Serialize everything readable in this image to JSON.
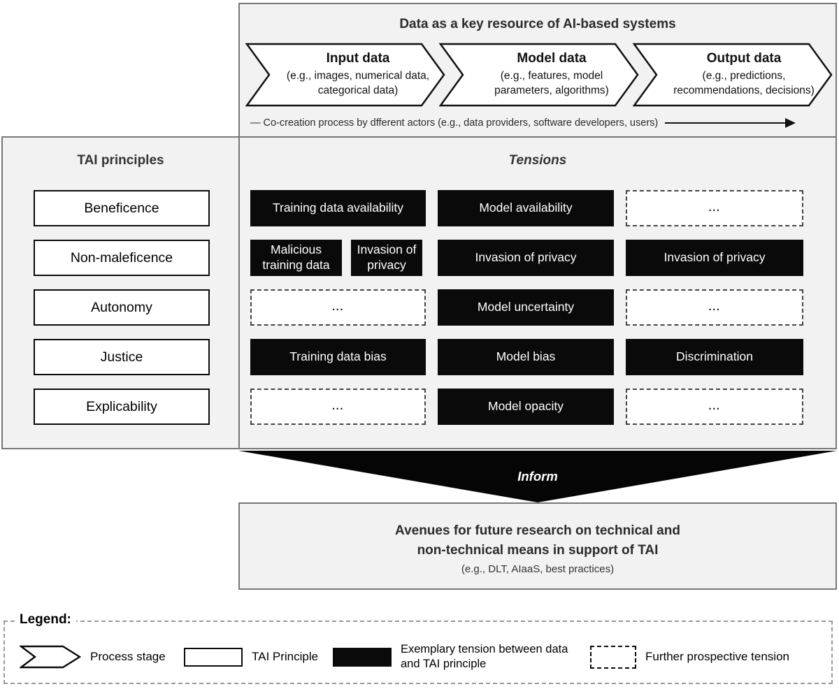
{
  "top_box": {
    "title": "Data as a key resource of AI-based systems",
    "stages": [
      {
        "title": "Input data",
        "subtitle": "(e.g., images, numerical data, categorical data)"
      },
      {
        "title": "Model data",
        "subtitle": "(e.g., features, model parameters, algorithms)"
      },
      {
        "title": "Output data",
        "subtitle": "(e.g., predictions, recommendations, decisions)"
      }
    ],
    "co_creation_label": "— Co-creation process by dfferent actors (e.g., data providers, software developers, users)"
  },
  "principles_panel": {
    "title": "TAI principles",
    "items": [
      "Beneficence",
      "Non-maleficence",
      "Autonomy",
      "Justice",
      "Explicability"
    ]
  },
  "tensions_panel": {
    "title": "Tensions",
    "cells": [
      {
        "row": 1,
        "col": "1",
        "type": "black",
        "label": "Training data availability"
      },
      {
        "row": 1,
        "col": "2",
        "type": "black",
        "label": "Model availability"
      },
      {
        "row": 1,
        "col": "3",
        "type": "dashed",
        "label": "..."
      },
      {
        "row": 2,
        "col": "1a",
        "type": "black",
        "label": "Malicious training data"
      },
      {
        "row": 2,
        "col": "1b",
        "type": "black",
        "label": "Invasion of privacy"
      },
      {
        "row": 2,
        "col": "2",
        "type": "black",
        "label": "Invasion of privacy"
      },
      {
        "row": 2,
        "col": "3",
        "type": "black",
        "label": "Invasion of privacy"
      },
      {
        "row": 3,
        "col": "1",
        "type": "dashed",
        "label": "..."
      },
      {
        "row": 3,
        "col": "2",
        "type": "black",
        "label": "Model uncertainty"
      },
      {
        "row": 3,
        "col": "3",
        "type": "dashed",
        "label": "..."
      },
      {
        "row": 4,
        "col": "1",
        "type": "black",
        "label": "Training data bias"
      },
      {
        "row": 4,
        "col": "2",
        "type": "black",
        "label": "Model bias"
      },
      {
        "row": 4,
        "col": "3",
        "type": "black",
        "label": "Discrimination"
      },
      {
        "row": 5,
        "col": "1",
        "type": "dashed",
        "label": "..."
      },
      {
        "row": 5,
        "col": "2",
        "type": "black",
        "label": "Model opacity"
      },
      {
        "row": 5,
        "col": "3",
        "type": "dashed",
        "label": "..."
      }
    ]
  },
  "inform_label": "Inform",
  "bottom_box": {
    "line1": "Avenues for future research on technical and",
    "line2": "non-technical means in support of TAI",
    "line3": "(e.g., DLT, AIaaS, best practices)"
  },
  "legend": {
    "title": "Legend:",
    "items": [
      {
        "icon": "process-stage-chevron",
        "label": "Process stage"
      },
      {
        "icon": "white-box",
        "label": "TAI Principle"
      },
      {
        "icon": "black-box",
        "label": "Exemplary tension between data and TAI principle"
      },
      {
        "icon": "dashed-box",
        "label": "Further prospective tension"
      }
    ]
  },
  "colors": {
    "panel_bg": "#f2f2f2",
    "panel_border": "#777777",
    "tension_black": "#0a0a0a",
    "dashed_border": "#444444",
    "legend_border": "#999999"
  }
}
